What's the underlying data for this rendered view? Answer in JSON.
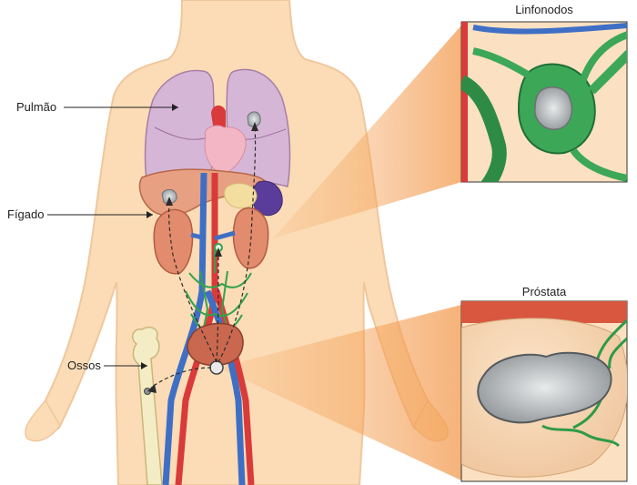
{
  "labels": {
    "pulmao": "Pulmão",
    "figado": "Fígado",
    "ossos": "Ossos",
    "linfonodos": "Linfonodos",
    "prostata": "Próstata"
  },
  "colors": {
    "skin": "#fbdcb6",
    "skin_edge": "#f0c79c",
    "lung": "#d6b6d6",
    "liver": "#e7a182",
    "heart": "#f2b6c4",
    "kidney": "#e38b6d",
    "artery": "#d93a3a",
    "vein": "#3f6fc5",
    "lymph": "#33a24c",
    "tumor": "#a8acaf",
    "cone": "#f5a661"
  }
}
